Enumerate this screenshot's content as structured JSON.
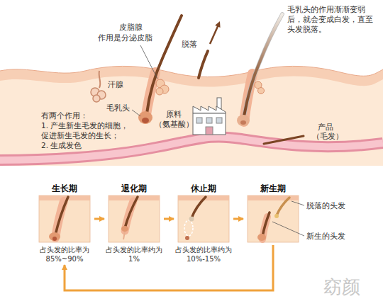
{
  "diagram": {
    "nodes": [
      {
        "text": [
          "生长期",
          "占头发的比率为85%~90%"
        ]
      },
      {
        "text": [
          "退化期",
          "占头发的比率约为1%"
        ]
      },
      {
        "text": [
          "休止期",
          "占头发的比率约为10%-15%"
        ]
      },
      {
        "text": [
          "新生期"
        ]
      }
    ],
    "edges": [
      {
        "from": 0,
        "to": 1,
        "arrow": "to"
      },
      {
        "from": 1,
        "to": 2,
        "arrow": "to"
      },
      {
        "from": 2,
        "to": 3,
        "arrow": "to"
      },
      {
        "from": 3,
        "to": 0,
        "arrow": "to"
      }
    ],
    "labels": [
      "皮脂腺",
      "作用是分泌皮脂",
      "脱落",
      "毛乳头的作用渐渐变弱后，就会变成白发，直至头发脱落。",
      "汗腺",
      "毛乳头",
      "有两个作用：",
      "1. 产生新生毛发的细胞，促进新生毛发的生长；",
      "2. 生成发色",
      "原料",
      "（氨基酸）",
      "产品",
      "（毛发）",
      "脱落的头发",
      "新生的头发",
      "窈颜"
    ]
  }
}
